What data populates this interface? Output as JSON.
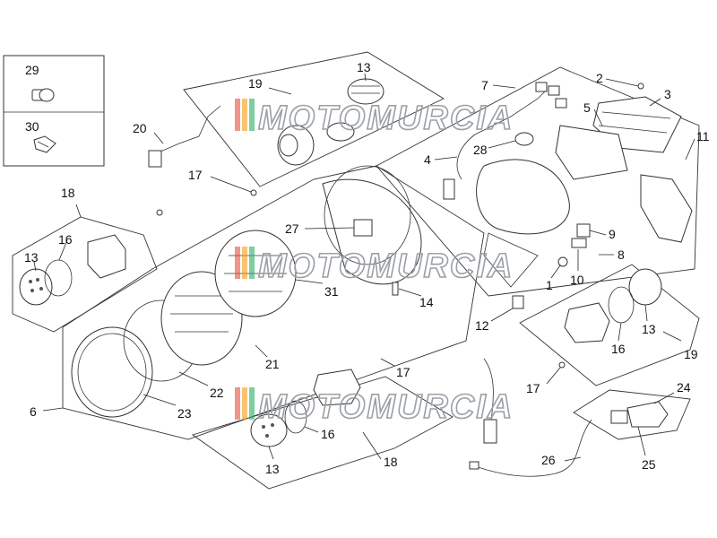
{
  "watermark": {
    "text": "MOTOMURCIA",
    "stripe_colors": [
      "#e74c3c",
      "#f39c12",
      "#27ae60"
    ]
  },
  "legend": [
    {
      "number": "29",
      "icon": "bulb-icon"
    },
    {
      "number": "30",
      "icon": "wedge-bulb-icon"
    }
  ],
  "callouts": {
    "n1": "1",
    "n2": "2",
    "n3": "3",
    "n4": "4",
    "n5": "5",
    "n6": "6",
    "n7": "7",
    "n8": "8",
    "n9": "9",
    "n10": "10",
    "n11": "11",
    "n12": "12",
    "n13a": "13",
    "n13b": "13",
    "n13c": "13",
    "n13d": "13",
    "n14": "14",
    "n16a": "16",
    "n16b": "16",
    "n16c": "16",
    "n17a": "17",
    "n17b": "17",
    "n17c": "17",
    "n18a": "18",
    "n18b": "18",
    "n19a": "19",
    "n19b": "19",
    "n20": "20",
    "n21": "21",
    "n22": "22",
    "n23": "23",
    "n24": "24",
    "n25": "25",
    "n26": "26",
    "n27": "27",
    "n28": "28",
    "n31": "31"
  }
}
